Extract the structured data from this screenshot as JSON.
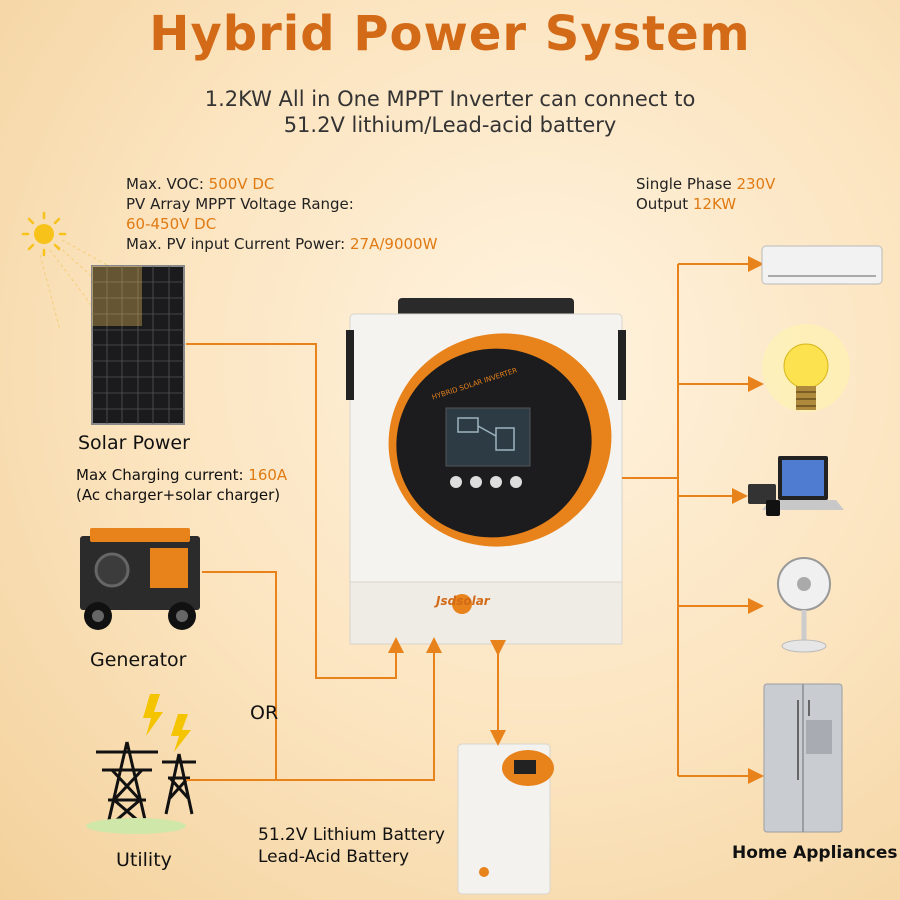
{
  "title": "Hybrid Power System",
  "subtitle_line1": "1.2KW All in One MPPT Inverter can connect to",
  "subtitle_line2": "51.2V lithium/Lead-acid battery",
  "pv_specs": {
    "voc_label": "Max. VOC: ",
    "voc_value": "500V DC",
    "mppt_label": "PV Array MPPT Voltage Range:",
    "mppt_value": "60-450V DC",
    "pv_input_label": "Max. PV input Current Power: ",
    "pv_input_value": "27A/9000W"
  },
  "output_specs": {
    "phase_label": "Single Phase ",
    "phase_value": "230V",
    "output_label": "Output ",
    "output_value": "12KW"
  },
  "solar": {
    "label": "Solar Power",
    "charging_label": "Max Charging current: ",
    "charging_value": "160A",
    "charging_note": "(Ac charger+solar charger)"
  },
  "generator_label": "Generator",
  "or_label": "OR",
  "utility_label": "Utility",
  "battery": {
    "line1": "51.2V Lithium Battery",
    "line2": "Lead-Acid Battery"
  },
  "home_appliances_label": "Home Appliances",
  "inverter": {
    "brand": "Jsdsolar",
    "screen_text": "HYBRID SOLAR INVERTER"
  },
  "colors": {
    "accent": "#e8821a",
    "title": "#d26a17",
    "line": "#e8821a"
  }
}
